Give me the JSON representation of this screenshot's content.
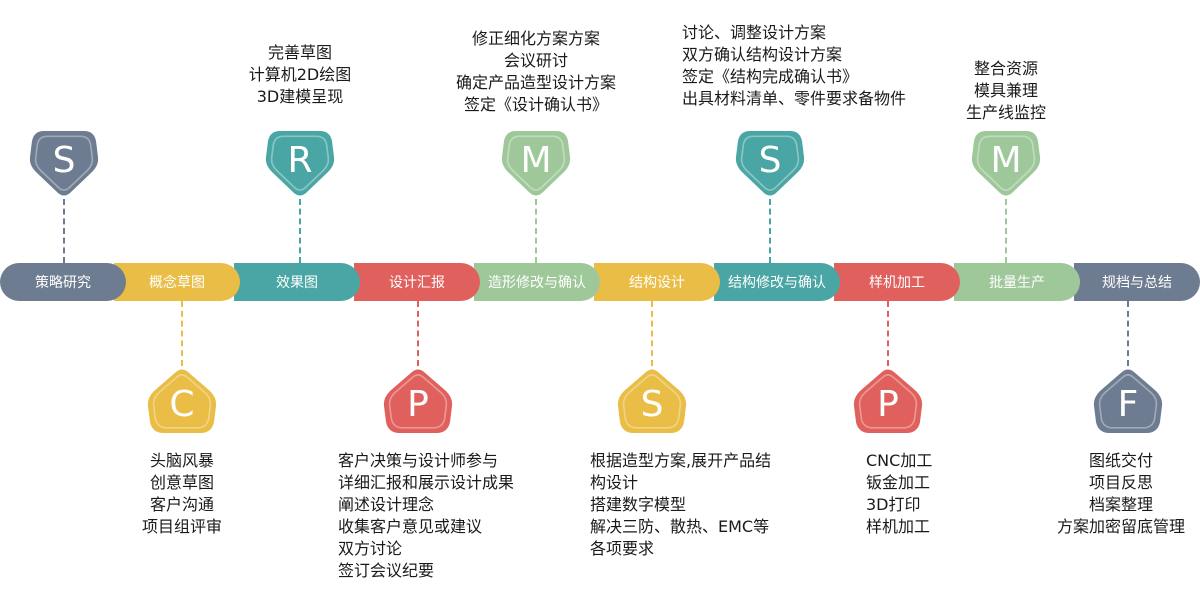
{
  "colors": {
    "slate": "#6e7c91",
    "yellow": "#e9bd46",
    "teal": "#4aa6a4",
    "red": "#e0605d",
    "sage": "#9fc89a"
  },
  "stages": [
    {
      "label": "策略研究",
      "color": "#6e7c91"
    },
    {
      "label": "概念草图",
      "color": "#e9bd46"
    },
    {
      "label": "效果图",
      "color": "#4aa6a4"
    },
    {
      "label": "设计汇报",
      "color": "#e0605d"
    },
    {
      "label": "造形修改与确认",
      "color": "#9fc89a"
    },
    {
      "label": "结构设计",
      "color": "#e9bd46"
    },
    {
      "label": "结构修改与确认",
      "color": "#4aa6a4"
    },
    {
      "label": "样机加工",
      "color": "#e0605d"
    },
    {
      "label": "批量生产",
      "color": "#9fc89a"
    },
    {
      "label": "规档与总结",
      "color": "#6e7c91"
    }
  ],
  "top_badges": [
    {
      "letter": "S",
      "color": "#6e7c91",
      "lines": []
    },
    {
      "letter": "R",
      "color": "#4aa6a4",
      "lines": [
        "完善草图",
        "计算机2D绘图",
        "3D建模呈现"
      ]
    },
    {
      "letter": "M",
      "color": "#9fc89a",
      "lines": [
        "修正细化方案方案",
        "会议研讨",
        "确定产品造型设计方案",
        "签定《设计确认书》"
      ]
    },
    {
      "letter": "S",
      "color": "#4aa6a4",
      "lines": [
        "讨论、调整设计方案",
        "双方确认结构设计方案",
        "签定《结构完成确认书》",
        "出具材料清单、零件要求备物件"
      ]
    },
    {
      "letter": "M",
      "color": "#9fc89a",
      "lines": [
        "整合资源",
        "模具兼理",
        "生产线监控"
      ]
    }
  ],
  "bottom_badges": [
    {
      "letter": "C",
      "color": "#e9bd46",
      "lines": [
        "头脑风暴",
        "创意草图",
        "客户沟通",
        "项目组评审"
      ]
    },
    {
      "letter": "P",
      "color": "#e0605d",
      "lines": [
        "客户决策与设计师参与",
        "详细汇报和展示设计成果",
        "阐述设计理念",
        "收集客户意见或建议",
        "双方讨论",
        "签订会议纪要"
      ]
    },
    {
      "letter": "S",
      "color": "#e9bd46",
      "lines": [
        "根据造型方案,展开产品结",
        "构设计",
        "搭建数字模型",
        "解决三防、散热、EMC等",
        "各项要求"
      ]
    },
    {
      "letter": "P",
      "color": "#e0605d",
      "lines": [
        "CNC加工",
        "钣金加工",
        "3D打印",
        "样机加工"
      ]
    },
    {
      "letter": "F",
      "color": "#6e7c91",
      "lines": [
        "图纸交付",
        "项目反思",
        "档案整理",
        "方案加密留底管理"
      ]
    }
  ]
}
